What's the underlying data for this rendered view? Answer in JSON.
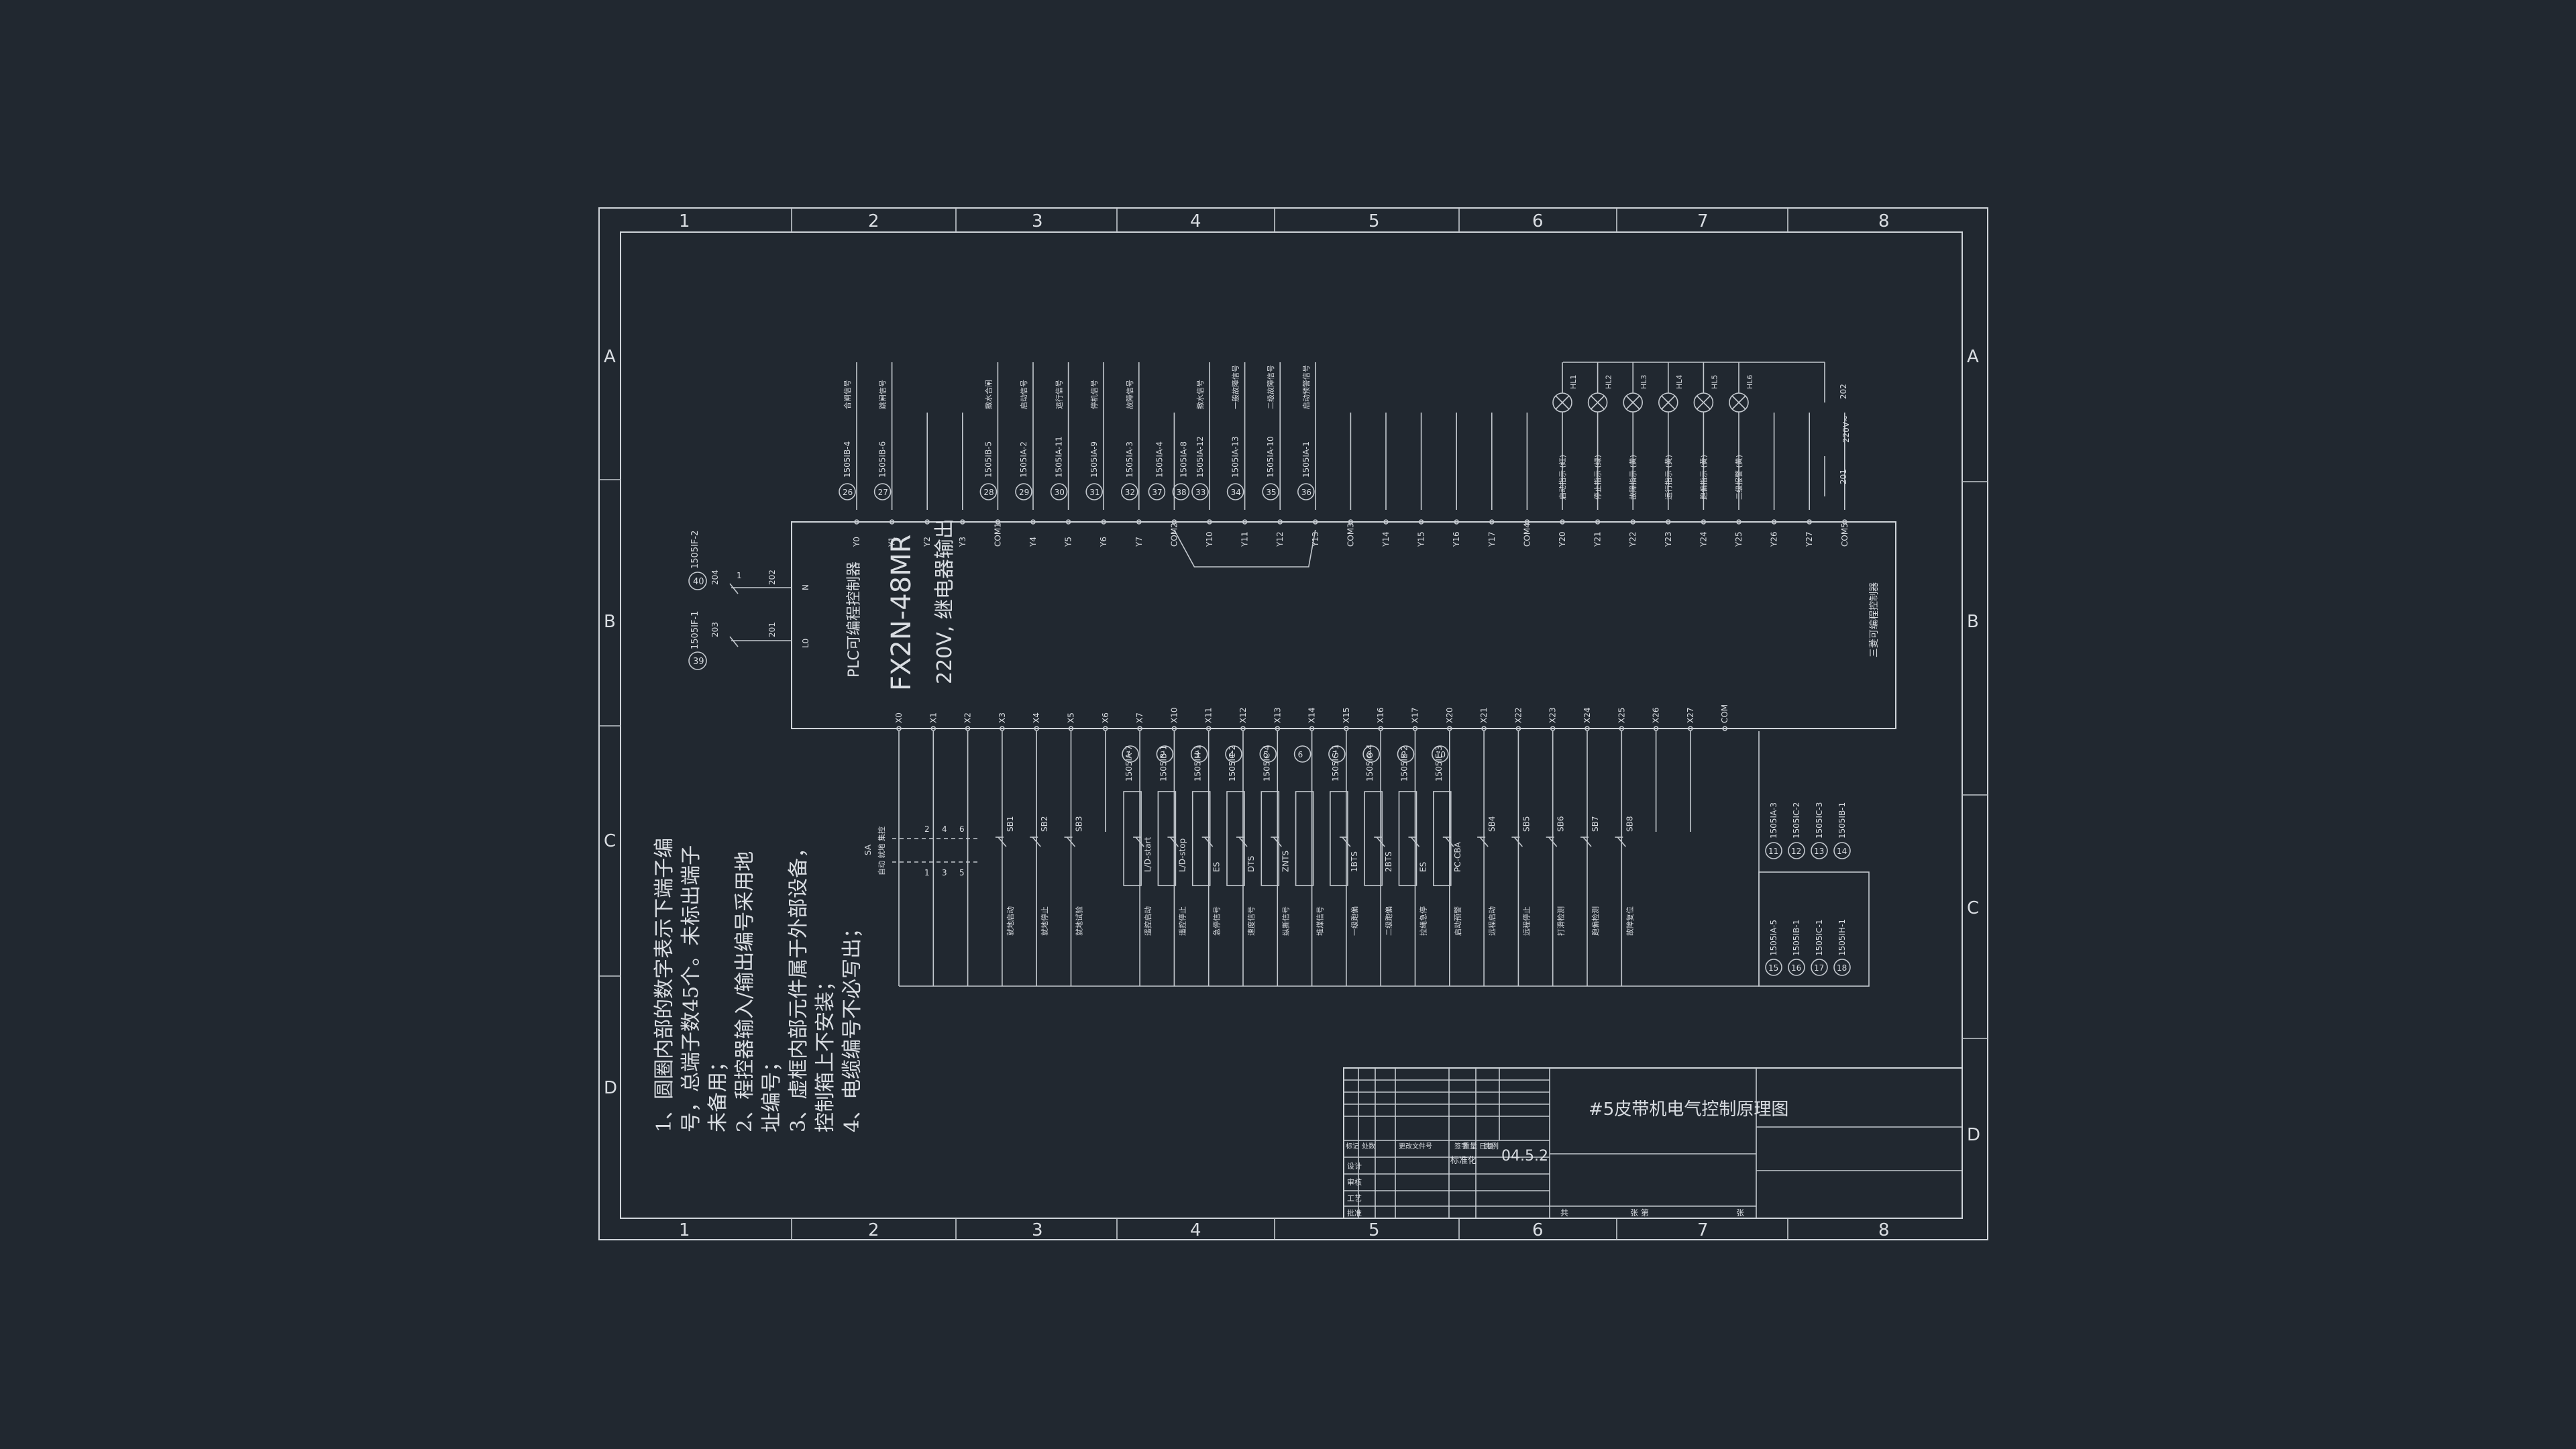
{
  "border": {
    "columns": [
      "1",
      "2",
      "3",
      "4",
      "5",
      "6",
      "7",
      "8"
    ],
    "rows": [
      "A",
      "B",
      "C",
      "D"
    ]
  },
  "plc": {
    "name": "PLC可编程控制器",
    "model": "FX2N-48MR",
    "spec": "220V, 继电器输出",
    "brand_note": "三菱可编程控制器",
    "power_terminals": [
      "N",
      "L0"
    ]
  },
  "power": {
    "top": {
      "circle": "40",
      "tag": "1505IF-2",
      "wire": "202",
      "cb": "204",
      "node": "1"
    },
    "bottom": {
      "circle": "39",
      "tag": "1505IF-1",
      "wire": "201",
      "cb": "203"
    }
  },
  "outputs": [
    {
      "term": "Y0",
      "circle": "26",
      "tag": "1505IB-4",
      "desc": "合闸信号"
    },
    {
      "term": "Y1",
      "circle": "27",
      "tag": "1505IB-6",
      "desc": "跳闸信号"
    },
    {
      "term": "Y2",
      "circle": "",
      "tag": "",
      "desc": ""
    },
    {
      "term": "Y3",
      "circle": "",
      "tag": "",
      "desc": ""
    },
    {
      "term": "COM1",
      "circle": "28",
      "tag": "1505IB-5",
      "desc": "撒水合闸"
    },
    {
      "term": "Y4",
      "circle": "29",
      "tag": "1505IA-2",
      "desc": "启动信号"
    },
    {
      "term": "Y5",
      "circle": "30",
      "tag": "1505IA-11",
      "desc": "运行信号"
    },
    {
      "term": "Y6",
      "circle": "31",
      "tag": "1505IA-9",
      "desc": "停机信号"
    },
    {
      "term": "Y7",
      "circle": "32",
      "tag": "1505IA-3",
      "desc": "故障信号"
    },
    {
      "term": "COM2",
      "circle": "",
      "tag": "",
      "desc": ""
    },
    {
      "term": "Y10",
      "circle": "33",
      "tag": "1505IA-12",
      "desc": "撒水信号"
    },
    {
      "term": "Y11",
      "circle": "34",
      "tag": "1505IA-13",
      "desc": "一般故障信号"
    },
    {
      "term": "Y12",
      "circle": "35",
      "tag": "1505IA-10",
      "desc": "二级故障信号"
    },
    {
      "term": "Y13",
      "circle": "36",
      "tag": "1505IA-1",
      "desc": "启动预警信号"
    },
    {
      "term": "COM3",
      "circle": "",
      "tag": "",
      "desc": ""
    },
    {
      "term": "Y14",
      "circle": "",
      "tag": "",
      "desc": ""
    },
    {
      "term": "Y15",
      "circle": "",
      "tag": "",
      "desc": ""
    },
    {
      "term": "Y16",
      "circle": "",
      "tag": "",
      "desc": ""
    },
    {
      "term": "Y17",
      "circle": "",
      "tag": "",
      "desc": ""
    },
    {
      "term": "COM4",
      "circle": "",
      "tag": "",
      "desc": ""
    },
    {
      "term": "Y20",
      "circle": "",
      "tag": "HL1",
      "desc": "启动指示 (红)"
    },
    {
      "term": "Y21",
      "circle": "",
      "tag": "HL2",
      "desc": "停止指示 (绿)"
    },
    {
      "term": "Y22",
      "circle": "",
      "tag": "HL3",
      "desc": "故障指示 (黄)"
    },
    {
      "term": "Y23",
      "circle": "",
      "tag": "HL4",
      "desc": "运行指示 (黄)"
    },
    {
      "term": "Y24",
      "circle": "",
      "tag": "HL5",
      "desc": "跑偏指示 (黄)"
    },
    {
      "term": "Y25",
      "circle": "",
      "tag": "HL6",
      "desc": "二级报警 (黄)"
    },
    {
      "term": "Y26",
      "circle": "",
      "tag": "",
      "desc": ""
    },
    {
      "term": "Y27",
      "circle": "",
      "tag": "",
      "desc": ""
    },
    {
      "term": "COM5",
      "circle": "",
      "tag": "",
      "desc": ""
    }
  ],
  "output_extra": {
    "tag26": "1505IA-4",
    "tag26b": "1505IA-8",
    "circle_a": "37",
    "circle_b": "38",
    "lamp_bus": "202",
    "lamp_bus2": "201",
    "lamp_voltage": "220V~"
  },
  "inputs": [
    {
      "term": "X0",
      "circle": "",
      "tag": "",
      "device": "",
      "desc": ""
    },
    {
      "term": "X1",
      "circle": "",
      "tag": "",
      "device": "",
      "desc": ""
    },
    {
      "term": "X2",
      "circle": "",
      "tag": "",
      "device": "",
      "desc": ""
    },
    {
      "term": "X3",
      "circle": "",
      "tag": "",
      "device": "SB1",
      "desc": "就地启动"
    },
    {
      "term": "X4",
      "circle": "",
      "tag": "",
      "device": "SB2",
      "desc": "就地停止"
    },
    {
      "term": "X5",
      "circle": "",
      "tag": "",
      "device": "SB3",
      "desc": "就地试验"
    },
    {
      "term": "X6",
      "circle": "",
      "tag": "",
      "device": "",
      "desc": ""
    },
    {
      "term": "X7",
      "circle": "1",
      "tag": "1505IA-7",
      "device": "L/D-start",
      "desc": "遥控启动"
    },
    {
      "term": "X10",
      "circle": "2",
      "tag": "1505IB-1",
      "device": "L/D-stop",
      "desc": "遥控停止"
    },
    {
      "term": "X11",
      "circle": "3",
      "tag": "1505IH-1",
      "device": "ES",
      "desc": "急停信号"
    },
    {
      "term": "X12",
      "circle": "4",
      "tag": "1505IC-2",
      "device": "DTS",
      "desc": "速度信号"
    },
    {
      "term": "X13",
      "circle": "5",
      "tag": "1505IC-4",
      "device": "ZNTS",
      "desc": "纵撕信号"
    },
    {
      "term": "X14",
      "circle": "6",
      "tag": "",
      "device": "",
      "desc": "堆煤信号"
    },
    {
      "term": "X15",
      "circle": "7",
      "tag": "1505IG-1",
      "device": "1BTS",
      "desc": "一级跑偏"
    },
    {
      "term": "X16",
      "circle": "8",
      "tag": "1505IG-4",
      "device": "2BTS",
      "desc": "二级跑偏"
    },
    {
      "term": "X17",
      "circle": "9",
      "tag": "1505IE-2",
      "device": "ES",
      "desc": "拉绳急停"
    },
    {
      "term": "X20",
      "circle": "10",
      "tag": "1505IE-3",
      "device": "PC-CBA",
      "desc": "启动预警"
    },
    {
      "term": "X21",
      "circle": "",
      "tag": "",
      "device": "SB4",
      "desc": "远程启动"
    },
    {
      "term": "X22",
      "circle": "",
      "tag": "",
      "device": "SB5",
      "desc": "远程停止"
    },
    {
      "term": "X23",
      "circle": "",
      "tag": "",
      "device": "SB6",
      "desc": "打滑检测"
    },
    {
      "term": "X24",
      "circle": "",
      "tag": "",
      "device": "SB7",
      "desc": "跑偏检测"
    },
    {
      "term": "X25",
      "circle": "",
      "tag": "",
      "device": "SB8",
      "desc": "故障复位"
    },
    {
      "term": "X26",
      "circle": "",
      "tag": "",
      "device": "",
      "desc": ""
    },
    {
      "term": "X27",
      "circle": "",
      "tag": "",
      "device": "",
      "desc": ""
    },
    {
      "term": "COM",
      "circle": "",
      "tag": "",
      "device": "",
      "desc": ""
    }
  ],
  "selector": {
    "label": "SA",
    "positions": "自动 就地 集控",
    "pins_top": [
      "2",
      "4",
      "6"
    ],
    "pins_bottom": [
      "1",
      "3",
      "5"
    ]
  },
  "com_box": {
    "top": [
      {
        "circle": "11",
        "tag": "1505IA-3"
      },
      {
        "circle": "12",
        "tag": "1505IC-2"
      },
      {
        "circle": "13",
        "tag": "1505IC-3"
      },
      {
        "circle": "14",
        "tag": "1505IB-1"
      }
    ],
    "bottom": [
      {
        "circle": "15",
        "tag": "1505IA-5"
      },
      {
        "circle": "16",
        "tag": "1505IB-1"
      },
      {
        "circle": "17",
        "tag": "1505IC-1"
      },
      {
        "circle": "18",
        "tag": "1505IH-1"
      }
    ]
  },
  "notes": [
    "1、圆圈内部的数字表示下端子编",
    "号，总端子数45个。未标出端子",
    "未备用；",
    "2、程控器输入/输出编号采用地",
    "址编号；",
    "3、虚框内部元件属于外部设备，",
    "控制箱上不安装；",
    "4、电缆编号不必写出；"
  ],
  "title_block": {
    "title": "#5皮带机电气控制原理图",
    "date": "04.5.2",
    "std": "标准化",
    "rows_left": [
      "标记",
      "处数",
      "更改文件号",
      "签字",
      "日期"
    ],
    "design": "设计",
    "check": "审核",
    "craft": "工艺",
    "approve": "批准",
    "weight": "重量",
    "scale": "比例",
    "sheets_total": "共",
    "sheet": "张 第",
    "sheet_end": "张"
  }
}
